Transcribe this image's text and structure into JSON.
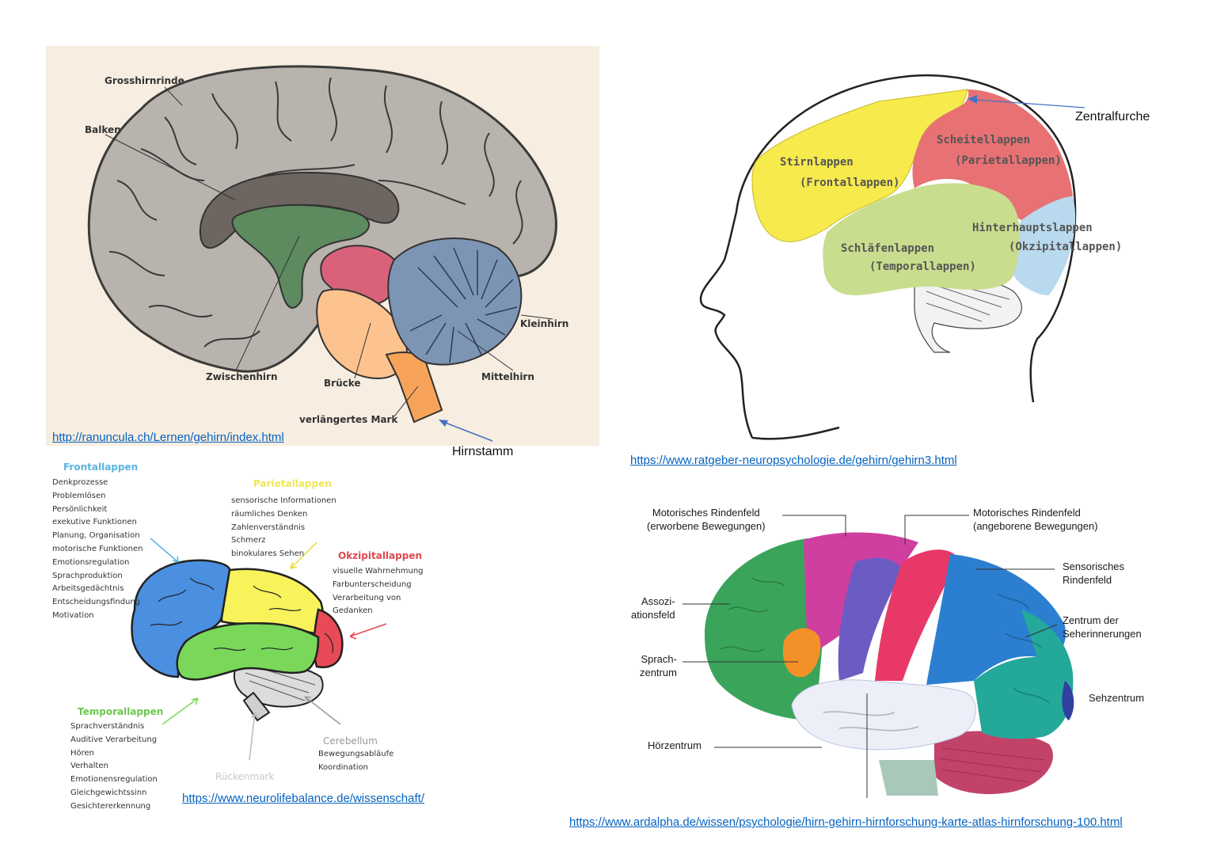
{
  "panel1": {
    "labels": {
      "grosshirnrinde": "Grosshirnrinde",
      "balken": "Balken",
      "zwischenhirn": "Zwischenhirn",
      "bruecke": "Brücke",
      "verlaengertes_mark": "verlängertes Mark",
      "kleinhirn": "Kleinhirn",
      "mittelhirn": "Mittelhirn"
    },
    "source_url": "http://ranuncula.ch/Lernen/gehirn/index.html",
    "annotation": "Hirnstamm"
  },
  "panel2": {
    "labels": {
      "stirnlappen": "Stirnlappen",
      "frontallappen": "(Frontallappen)",
      "scheitellappen": "Scheitellappen",
      "parietallappen": "(Parietallappen)",
      "hinterhauptslappen": "Hinterhauptslappen",
      "okzipitallappen": "(Okzipitallappen)",
      "schlaefenlappen": "Schläfenlappen",
      "temporallappen": "(Temporallappen)"
    },
    "annotation": "Zentralfurche",
    "source_url": "https://www.ratgeber-neuropsychologie.de/gehirn/gehirn3.html"
  },
  "panel3": {
    "frontal": {
      "title": "Frontallappen",
      "items": [
        "Denkprozesse",
        "Problemlösen",
        "Persönlichkeit",
        "exekutive Funktionen",
        "Planung, Organisation",
        "motorische Funktionen",
        "Emotionsregulation",
        "Sprachproduktion",
        "Arbeitsgedächtnis",
        "Entscheidungsfindung",
        "Motivation"
      ]
    },
    "parietal": {
      "title": "Parietallappen",
      "items": [
        "sensorische Informationen",
        "räumliches Denken",
        "Zahlenverständnis",
        "Schmerz",
        "binokulares Sehen"
      ]
    },
    "occipital": {
      "title": "Okzipitallappen",
      "items": [
        "visuelle Wahrnehmung",
        "Farbunterscheidung",
        "Verarbeitung von",
        "Gedanken"
      ]
    },
    "temporal": {
      "title": "Temporallappen",
      "items": [
        "Sprachverständnis",
        "Auditive Verarbeitung",
        "Hören",
        "Verhalten",
        "Emotionensregulation",
        "Gleichgewichtssinn",
        "Gesichtererkennung"
      ]
    },
    "cerebellum": {
      "title": "Cerebellum",
      "items": [
        "Bewegungsabläufe",
        "Koordination"
      ]
    },
    "rueckenmark": "Rückenmark",
    "source_url": "https://www.neurolifebalance.de/wissenschaft/"
  },
  "panel4": {
    "labels": {
      "motor_erworben": "Motorisches Rindenfeld\n(erworbene Bewegungen)",
      "motor_angeboren": "Motorisches Rindenfeld\n(angeborene Bewegungen)",
      "sensorisch": "Sensorisches\nRindenfeld",
      "assoziation": "Assozi-\nationsfeld",
      "seherinnerung": "Zentrum der\nSeherinnerungen",
      "sprache": "Sprach-\nzentrum",
      "sehzentrum": "Sehzentrum",
      "hoerzentrum": "Hörzentrum"
    },
    "source_url": "https://www.ardalpha.de/wissen/psychologie/hirn-gehirn-hirnforschung-karte-atlas-hirnforschung-100.html"
  },
  "colors": {
    "beige_bg": "#f7ede0",
    "cortex_gray": "#b8b3ad",
    "link_blue": "#0563c1",
    "frontal_yellow": "#f6ea4d",
    "parietal_red": "#e87174",
    "temporal_green": "#c9dd8e",
    "occipital_blue": "#b8d9ee"
  }
}
